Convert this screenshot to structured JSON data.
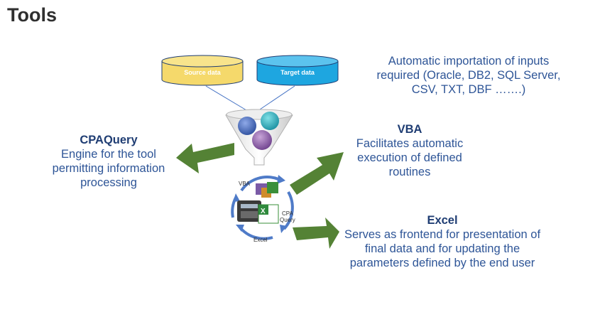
{
  "page": {
    "title": "Tools"
  },
  "diagram": {
    "source_label": "Source data",
    "target_label": "Target data",
    "import_note": [
      "Automatic importation of inputs",
      "required (Oracle, DB2, SQL Server,",
      "CSV, TXT, DBF …….)"
    ],
    "cpaquery": {
      "title": "CPAQuery",
      "lines": [
        "Engine for the tool",
        "permitting information",
        "processing"
      ]
    },
    "vba": {
      "title": "VBA",
      "lines": [
        "Facilitates automatic",
        "execution of defined",
        "routines"
      ]
    },
    "excel": {
      "title": "Excel",
      "lines": [
        "Serves as frontend for presentation of",
        "final data and for updating the",
        "parameters defined by the end user"
      ]
    },
    "cycle_labels": {
      "vba": "VBA",
      "cpa": "CPA\nQuery",
      "excel": "Excel"
    },
    "colors": {
      "arrow_green": "#548235",
      "source_fill": "#f5d96b",
      "target_fill": "#1ea6e0",
      "text_blue": "#2e5597"
    }
  }
}
